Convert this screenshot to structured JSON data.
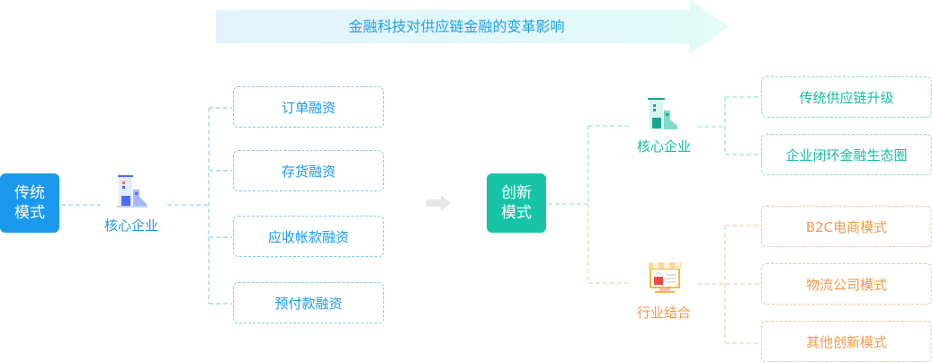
{
  "banner": {
    "title": "金融科技对供应链金融的变革影响"
  },
  "traditional": {
    "mode_label_line1": "传统",
    "mode_label_line2": "模式",
    "node": {
      "icon": "building-icon",
      "label": "核心企业"
    },
    "items": [
      "订单融资",
      "存货融资",
      "应收帐款融资",
      "预付款融资"
    ]
  },
  "innovative": {
    "mode_label_line1": "创新",
    "mode_label_line2": "模式",
    "core_enterprise": {
      "icon": "building-icon",
      "label": "核心企业",
      "items": [
        "传统供应链升级",
        "企业闭环金融生态圈"
      ]
    },
    "industry_combination": {
      "icon": "storefront-icon",
      "label": "行业结合",
      "items": [
        "B2C电商模式",
        "物流公司模式",
        "其他创新模式"
      ]
    }
  },
  "colors": {
    "blue": "#1a99ec",
    "teal": "#17c4a8",
    "orange": "#f29a4a"
  }
}
